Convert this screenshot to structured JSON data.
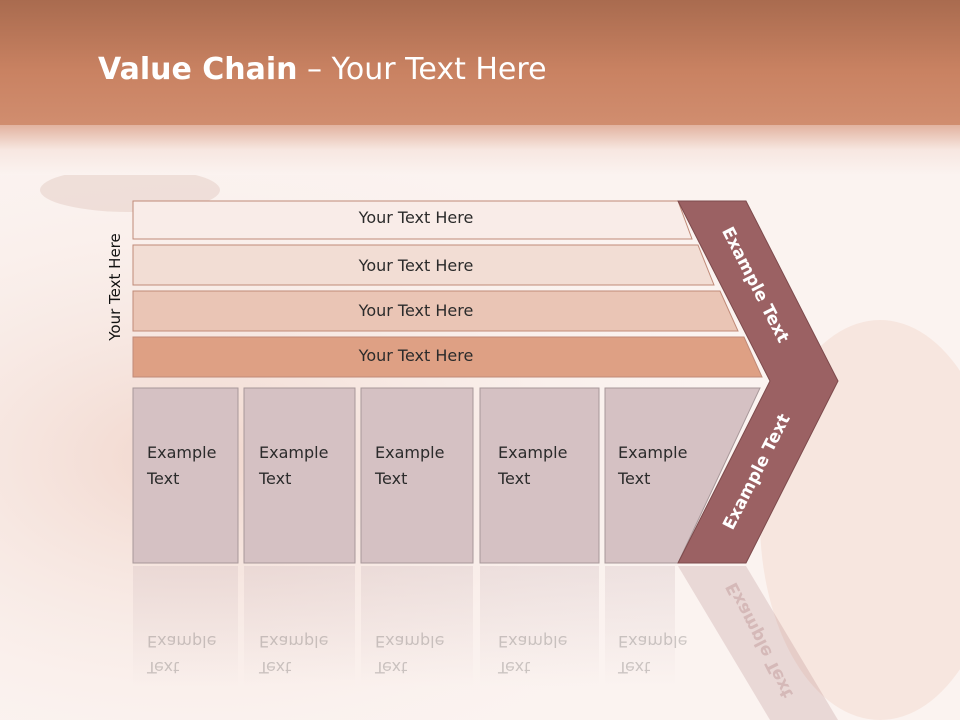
{
  "title": {
    "bold": "Value Chain",
    "rest": " – Your Text Here"
  },
  "side_label": "Your Text Here",
  "bars": [
    {
      "label": "Your Text Here"
    },
    {
      "label": "Your Text Here"
    },
    {
      "label": "Your Text Here"
    },
    {
      "label": "Your Text Here"
    }
  ],
  "boxes": [
    {
      "line1": "Example",
      "line2": "Text"
    },
    {
      "line1": "Example",
      "line2": "Text"
    },
    {
      "line1": "Example",
      "line2": "Text"
    },
    {
      "line1": "Example",
      "line2": "Text"
    },
    {
      "line1": "Example",
      "line2": "Text"
    }
  ],
  "chevron": {
    "upper_label": "Example Text",
    "lower_label": "Example Text"
  },
  "colors": {
    "header": "#c87b5c",
    "bar1": "#f9ece8",
    "bar2": "#f2ddd4",
    "bar3": "#eac5b5",
    "bar4": "#dea084",
    "box": "#d5c1c3",
    "chevron": "#9b6163"
  }
}
